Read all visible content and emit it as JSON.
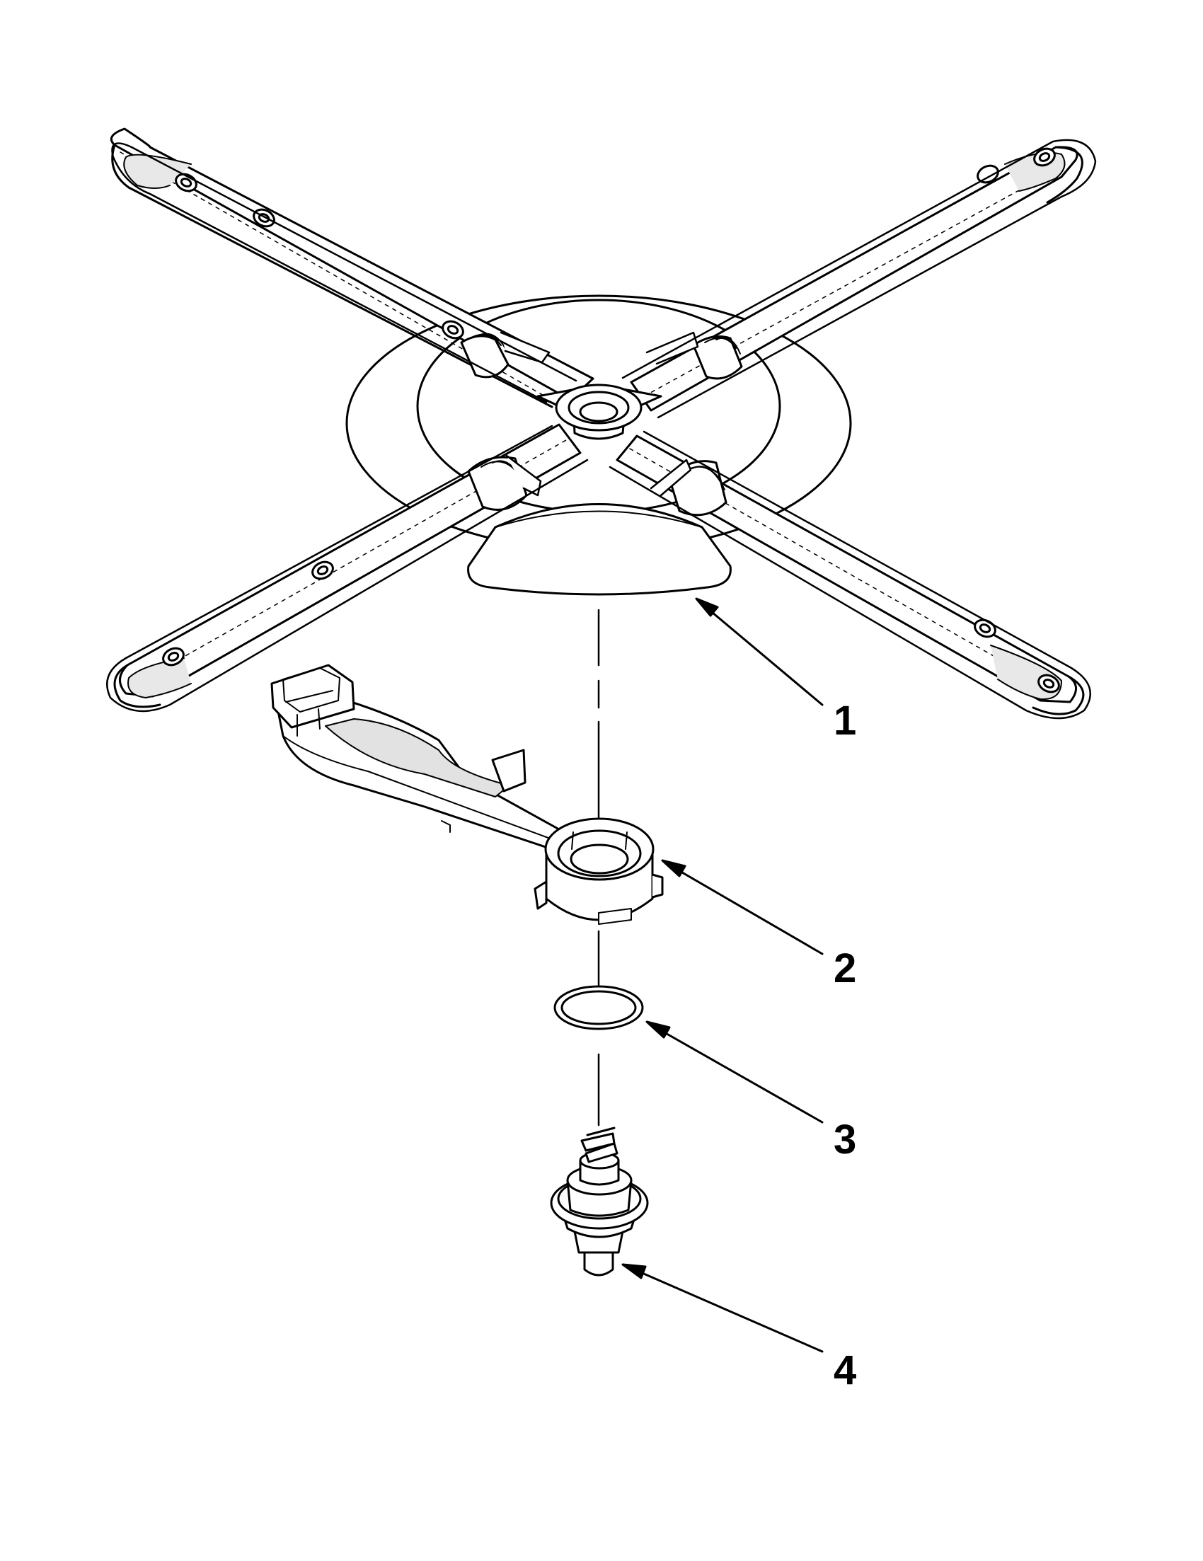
{
  "diagram": {
    "callouts": [
      {
        "id": "1",
        "label": "1"
      },
      {
        "id": "2",
        "label": "2"
      },
      {
        "id": "3",
        "label": "3"
      },
      {
        "id": "4",
        "label": "4"
      }
    ],
    "line_color": "#000000",
    "fill_color": "#ffffff"
  }
}
